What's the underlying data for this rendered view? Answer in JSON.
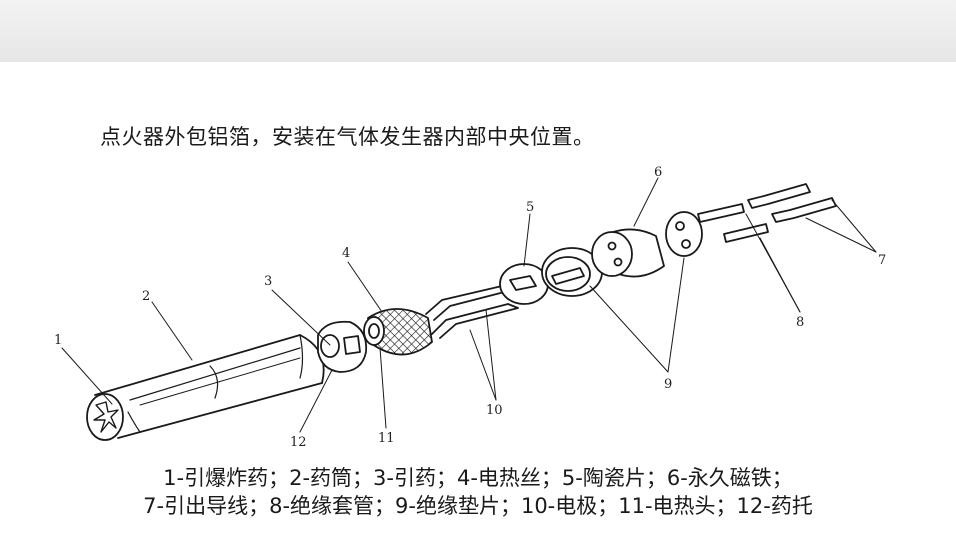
{
  "intro_text": "点火器外包铝箔，安装在气体发生器内部中央位置。",
  "labels": [
    "1",
    "2",
    "3",
    "4",
    "5",
    "6",
    "7",
    "8",
    "9",
    "10",
    "11",
    "12"
  ],
  "caption_line1": "1-引爆炸药；2-药筒；3-引药；4-电热丝；5-陶瓷片；6-永久磁铁；",
  "caption_line2": "7-引出导线；8-绝缘套管；9-绝缘垫片；10-电极；11-电热头；12-药托"
}
